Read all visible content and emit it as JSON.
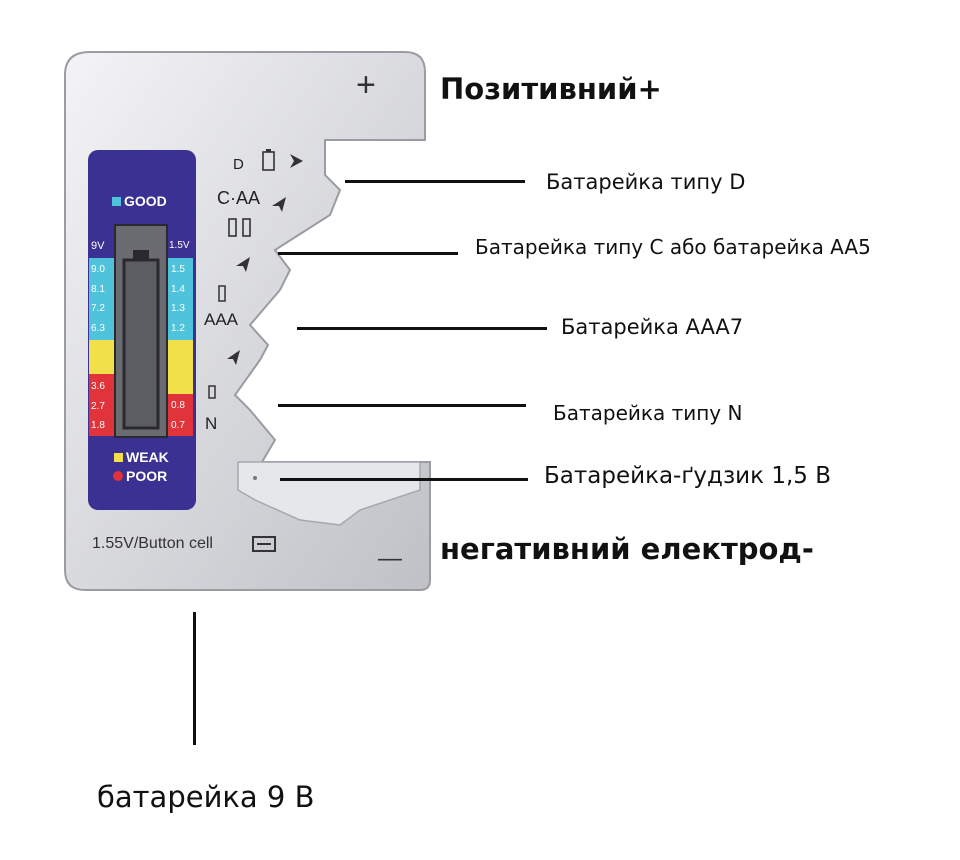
{
  "device": {
    "good_label": "GOOD",
    "weak_label": "WEAK",
    "poor_label": "POOR",
    "left_scale_header": "9V",
    "right_scale_header": "1.5V",
    "left_scale": [
      "9.0",
      "8.1",
      "7.2",
      "6.3",
      "",
      "",
      "3.6",
      "2.7",
      "1.8"
    ],
    "right_scale": [
      "1.5",
      "1.4",
      "1.3",
      "1.2",
      "",
      "",
      "",
      "0.8",
      "0.7"
    ],
    "slot_d": "D",
    "slot_caa": "C·AA",
    "slot_aaa": "AAA",
    "slot_n": "N",
    "plus_sign": "+",
    "minus_sign": "—",
    "bottom_text": "1.55V/Button cell"
  },
  "labels": {
    "positive": "Позитивний+",
    "d_battery": "Батарейка типу D",
    "c_aa_battery": "Батарейка типу С або батарейка AA5",
    "aaa_battery": "Батарейка AAA7",
    "n_battery": "Батарейка типу N",
    "button_cell": "Батарейка-ґудзик 1,5 В",
    "negative": "негативний електрод-",
    "nine_volt": "батарейка 9 В"
  },
  "colors": {
    "good": "#4fc3dc",
    "weak": "#f2e04a",
    "poor": "#e0343a",
    "panel": "#3b3193"
  }
}
